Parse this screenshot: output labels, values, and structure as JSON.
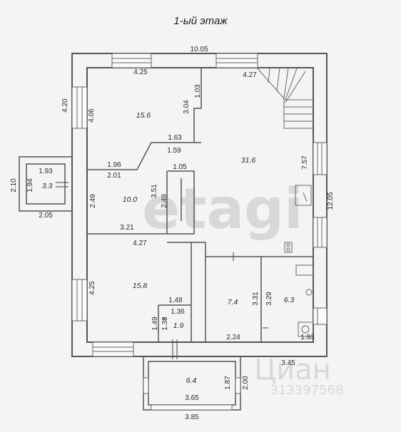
{
  "title": "1-ый этаж",
  "watermarks": {
    "etagi": "etagi",
    "cian": "Циан",
    "cian_id": "313397568"
  },
  "outer_dims": {
    "top": "10.05",
    "left": "4.20",
    "right": "12.05",
    "bottom": "3.45"
  },
  "rooms": {
    "room_a": {
      "area": "15.6",
      "w": "4.25",
      "h": "4.06",
      "d1": "3.04",
      "d2": "1.03"
    },
    "room_b": {
      "area": "31.6",
      "w": "4.27",
      "h": "7.57",
      "d1": "1.63",
      "d2": "1.59"
    },
    "room_c": {
      "area": "10.0",
      "d1": "1.96",
      "d2": "2.01",
      "w": "3.21",
      "h": "2.49",
      "d3": "3.51",
      "d4": "2.49",
      "d5": "1.05"
    },
    "room_d": {
      "area": "15.8",
      "w": "4.27",
      "h": "4.25",
      "d1": "1.48",
      "d2": "1.36",
      "d3": "1.49",
      "d4": "1.38"
    },
    "room_e": {
      "area": "1.9"
    },
    "room_f": {
      "area": "7.4",
      "w": "2.24",
      "h": "3.31"
    },
    "room_g": {
      "area": "6.3",
      "w": "1.93",
      "h": "3.29"
    },
    "porch": {
      "area": "3.3",
      "w": "1.93",
      "h": "1.94",
      "d1": "2.10",
      "d2": "2.05"
    },
    "terrace": {
      "area": "6.4",
      "w": "3.65",
      "h": "1.87",
      "d1": "2.00",
      "d2": "3.85"
    }
  },
  "colors": {
    "wall": "#555555",
    "line": "#6a6a6a",
    "bg": "#f4f4f3"
  }
}
